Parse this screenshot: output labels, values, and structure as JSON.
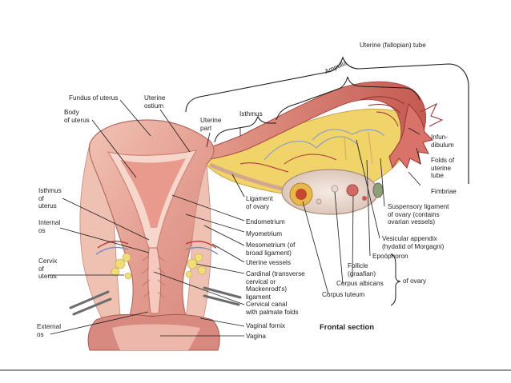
{
  "labels": {
    "uterine_tube": "Uterine (fallopian) tube",
    "ampulla": "Ampulla",
    "fundus": "Fundus of uterus",
    "uterine_ostium": "Uterine\nostium",
    "body": "Body\nof uterus",
    "uterine_part": "Uterine\npart",
    "isthmus_tube": "Isthmus",
    "infundibulum": "Infun-\ndibulum",
    "folds": "Folds of\nuterine\ntube",
    "fimbriae": "Fimbriae",
    "isthmus_uterus": "Isthmus\nof\nuterus",
    "ligament_ovary": "Ligament\nof ovary",
    "suspensory": "Suspensory ligament\nof ovary (contains\novarian vessels)",
    "internal_os": "Internal\nos",
    "endometrium": "Endometrium",
    "myometrium": "Myometrium",
    "mesometrium": "Mesometrium (of\nbroad ligament)",
    "vesicular": "Vesicular appendix\n(hydatid of Morgagni)",
    "epoophoron": "Epoöphoron",
    "cervix": "Cervix\nof\nuterus",
    "uterine_vessels": "Uterine vessels",
    "cardinal": "Cardinal (transverse\ncervical or\nMackenrodt's)\nligament",
    "follicle": "Follicle\n(graafian)",
    "corpus_albicans": "Corpus albicans",
    "of_ovary": "of ovary",
    "corpus_luteum": "Corpus luteum",
    "cervical_canal": "Cervical canal\nwith palmate folds",
    "external_os": "External\nos",
    "vaginal_fornix": "Vaginal fornix",
    "vagina": "Vagina",
    "frontal_section": "Frontal section"
  },
  "colors": {
    "tissue": "#e8a79a",
    "tissue_dark": "#c9706a",
    "tissue_light": "#f3cfc4",
    "lumen": "#f6dcd3",
    "ligament_fat": "#f1dc7a",
    "ovary": "#ead9cf",
    "vessel_red": "#b83a3a",
    "vessel_blue": "#7b8fb5",
    "leader": "#1a1a1a"
  }
}
